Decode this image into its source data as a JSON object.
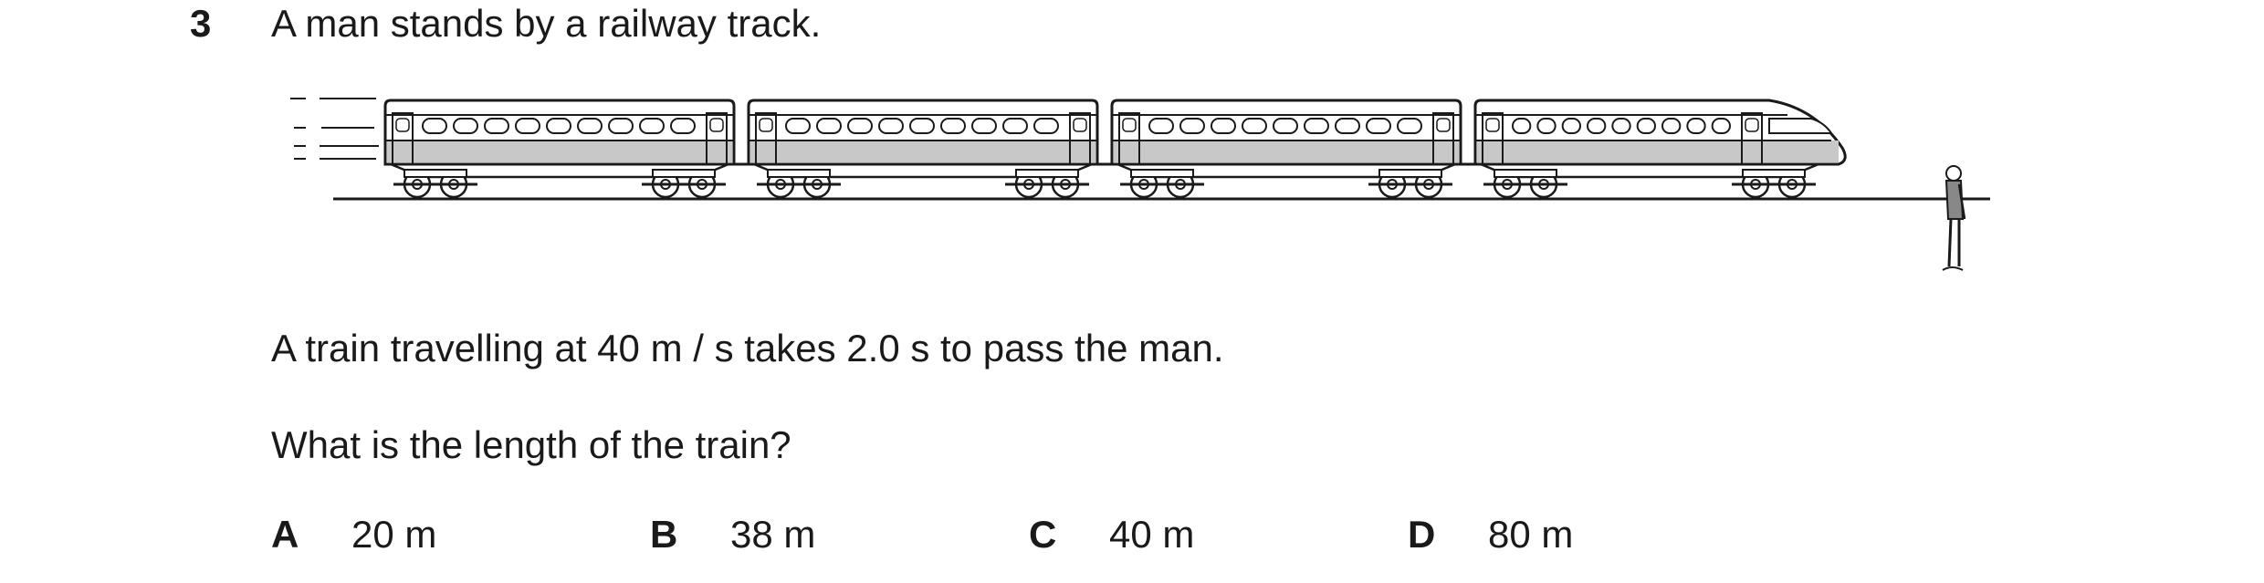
{
  "question": {
    "number": "3",
    "intro": "A man stands by a railway track.",
    "statement": "A train travelling at 40 m / s takes 2.0 s to pass the man.",
    "prompt": "What is the length of the train?"
  },
  "options": [
    {
      "letter": "A",
      "value": "20 m"
    },
    {
      "letter": "B",
      "value": "38 m"
    },
    {
      "letter": "C",
      "value": "40 m"
    },
    {
      "letter": "D",
      "value": "80 m"
    }
  ],
  "figure": {
    "carriages": 4,
    "line_color": "#1a1a1a",
    "body_fill": "#c8c8c8"
  }
}
